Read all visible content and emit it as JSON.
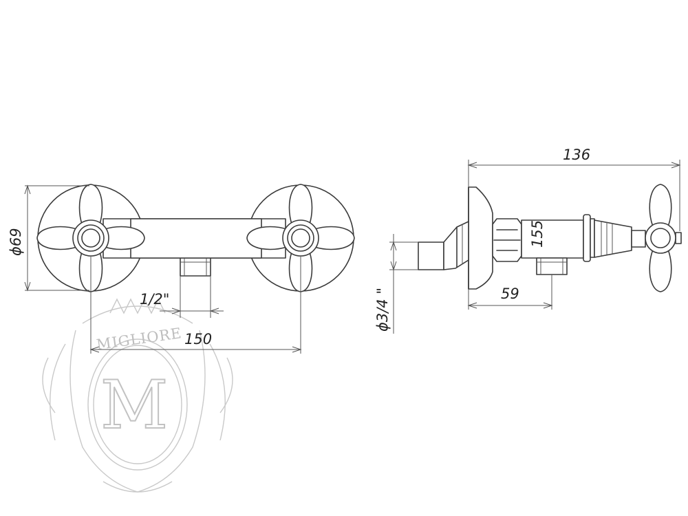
{
  "dimensions": {
    "front_diameter": "ϕ69",
    "thread_half_inch": "1/2\"",
    "center_distance": "150",
    "total_depth": "136",
    "body_height": "155",
    "outlet_depth": "59",
    "inlet_thread": "ϕ3/4 \""
  },
  "watermark": {
    "brand": "MIGLIORE",
    "monogram": "M"
  },
  "colors": {
    "line": "#3a3a3a",
    "watermark": "#c9c9c9"
  }
}
